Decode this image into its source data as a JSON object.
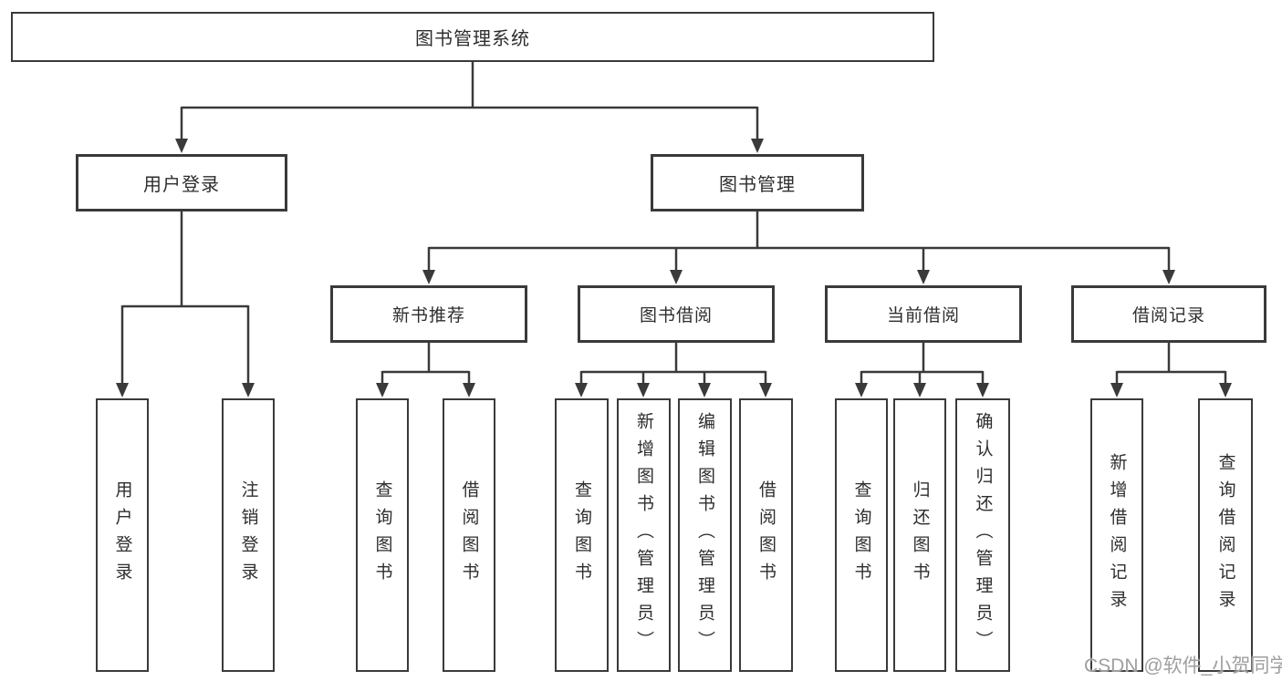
{
  "diagram": {
    "root": {
      "label": "图书管理系统"
    },
    "level2": [
      {
        "label": "用户登录"
      },
      {
        "label": "图书管理"
      }
    ],
    "level3": [
      {
        "label": "新书推荐"
      },
      {
        "label": "图书借阅"
      },
      {
        "label": "当前借阅"
      },
      {
        "label": "借阅记录"
      }
    ],
    "level4": {
      "user_login": [
        {
          "label": "用户登录"
        },
        {
          "label": "注销登录"
        }
      ],
      "new_book_recommend": [
        {
          "label": "查询图书"
        },
        {
          "label": "借阅图书"
        }
      ],
      "book_borrowing": [
        {
          "label": "查询图书"
        },
        {
          "label": "新增图书（管理员）"
        },
        {
          "label": "编辑图书（管理员）"
        },
        {
          "label": "借阅图书"
        }
      ],
      "current_borrowing": [
        {
          "label": "查询图书"
        },
        {
          "label": "归还图书"
        },
        {
          "label": "确认归还（管理员）"
        }
      ],
      "borrowing_records": [
        {
          "label": "新增借阅记录"
        },
        {
          "label": "查询借阅记录"
        }
      ]
    },
    "watermark": "CSDN @软件_小贺同学",
    "colors": {
      "line": "#3a3a3a",
      "text": "#2e2e2e",
      "watermark": "#9f9f9f",
      "background": "#ffffff"
    }
  }
}
